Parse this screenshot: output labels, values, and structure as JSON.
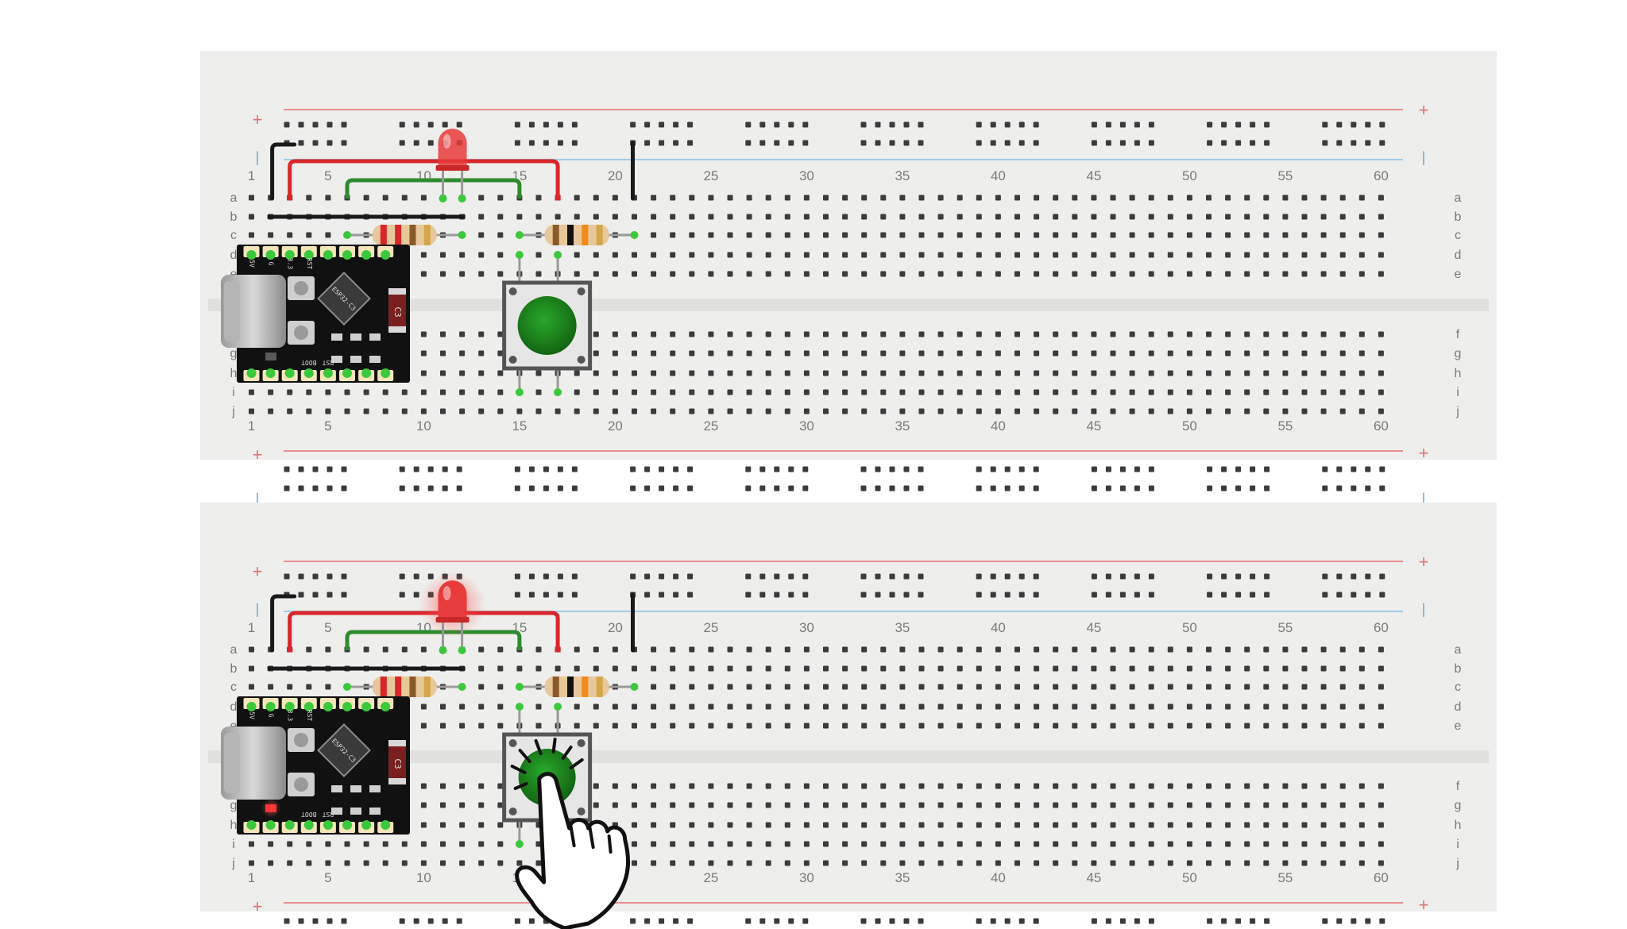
{
  "breadboard": {
    "columns": 60,
    "column_label_numbers": [
      "1",
      "5",
      "10",
      "15",
      "20",
      "25",
      "30",
      "35",
      "40",
      "45",
      "50",
      "55",
      "60"
    ],
    "row_letters_top": [
      "a",
      "b",
      "c",
      "d",
      "e"
    ],
    "row_letters_bottom": [
      "f",
      "g",
      "h",
      "i",
      "j"
    ],
    "rail_plus_symbol": "+",
    "rail_minus_symbol": "|",
    "colors": {
      "board": "#eeeeec",
      "hole": "#3b3b3b",
      "rail_red": "#e88f8f",
      "rail_blue": "#9fcde8",
      "label": "#7a7a7a"
    }
  },
  "panels": [
    {
      "id": "top",
      "state": "button-released",
      "led_lit": false,
      "board_led_on": false,
      "show_press_hand": false
    },
    {
      "id": "bottom",
      "state": "button-pressed",
      "led_lit": true,
      "board_led_on": true,
      "show_press_hand": true
    }
  ],
  "components": {
    "microcontroller": {
      "chip_marking": "ESP32-C3",
      "cap_label": "C3",
      "pin_labels_top": [
        "5V",
        "G",
        "3.3",
        "RST"
      ],
      "pin_labels_bottom": [
        "BOOT",
        "RST"
      ]
    },
    "led": {
      "color": "#e83b3b"
    },
    "pushbutton": {
      "cap_color": "#1e8a1e"
    },
    "resistor_led": {
      "bands": [
        "#d8262a",
        "#d8262a",
        "#8b5a2b",
        "#d4a64a"
      ]
    },
    "resistor_button": {
      "bands": [
        "#8b5a2b",
        "#111111",
        "#f08a18",
        "#d4a64a"
      ]
    },
    "wire_colors": {
      "black": "#1a1a1a",
      "red": "#d8262a",
      "green": "#2e8b2e"
    }
  }
}
